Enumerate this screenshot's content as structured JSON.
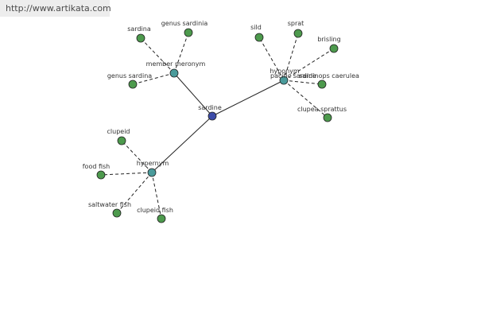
{
  "source_url": "http://www.artikata.com",
  "colors": {
    "center_node": "#3c4ba8",
    "hub_node": "#4a9b9b",
    "leaf_node": "#4d9a4d",
    "edge": "#222222",
    "text": "#333333"
  },
  "graph": {
    "center": {
      "label": "sardine"
    },
    "hubs": {
      "member_meronym": {
        "label": "member meronym"
      },
      "hyponym": {
        "label": "hyponym"
      },
      "hypernym": {
        "label": "hypernym"
      }
    },
    "leaves": {
      "sardina": "sardina",
      "genus_sardinia": "genus sardinia",
      "genus_sardina": "genus sardina",
      "sild": "sild",
      "sprat": "sprat",
      "brisling": "brisling",
      "pacific_sardine": "pacific sardine",
      "sardinops_caerulea": "sardinops caerulea",
      "clupea_sprattus": "clupea sprattus",
      "clupeid": "clupeid",
      "food_fish": "food fish",
      "saltwater_fish": "saltwater fish",
      "clupeid_fish": "clupeid fish"
    }
  }
}
